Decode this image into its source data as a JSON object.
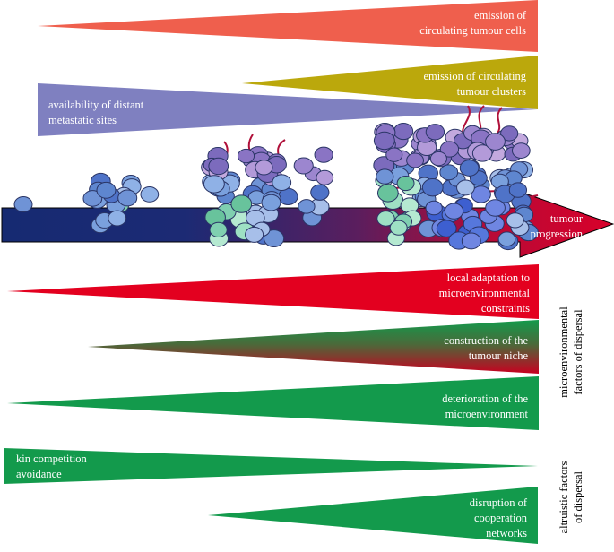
{
  "colors": {
    "emission_cells": "#ef5f4d",
    "emission_clusters": "#bba80c",
    "distant_sites": "#7f80c0",
    "arrow_dark": "#162a72",
    "arrow_red": "#d8002a",
    "local_adaptation": "#e3001f",
    "niche_green": "#139a4c",
    "niche_red": "#c80020",
    "green": "#139a4c"
  },
  "top": {
    "emission_cells": "emission of\ncirculating tumour cells",
    "emission_clusters": "emission of circulating\ntumour clusters",
    "distant_sites": "availability of distant\nmetastatic sites"
  },
  "arrow": {
    "label": "tumour\nprogression"
  },
  "bottom": {
    "local_adaptation": "local adaptation to\nmicroenvironmental\nconstraints",
    "niche": "construction of the\ntumour niche",
    "deterioration": "deterioration of the\nmicroenvironment",
    "kin": "kin competition\navoidance",
    "cooperation": "disruption of\ncooperation\nnetworks"
  },
  "side_labels": {
    "microenvironmental": "microenvironmental\nfactors of dispersal",
    "altruistic": "altruistic factors\nof dispersal"
  },
  "icons": [
    "tumour-cell-icon",
    "cell-cluster-icon",
    "vessel-icon"
  ]
}
